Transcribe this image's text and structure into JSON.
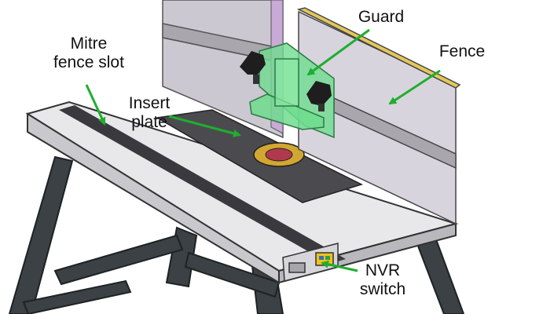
{
  "labels": {
    "mitre_line1": "Mitre",
    "mitre_line2": "fence slot",
    "insert_line1": "Insert",
    "insert_line2": "plate",
    "guard": "Guard",
    "fence": "Fence",
    "nvr_line1": "NVR",
    "nvr_line2": "switch"
  },
  "colors": {
    "arrow": "#1fae2e",
    "guard": "#6fdc8e",
    "fence": "#d8d4de",
    "fence_edge": "#e3c85a",
    "table_top": "#e8e8ea",
    "table_edge": "#b9b9bd",
    "insert_plate": "#4b4b4f",
    "bit_ring": "#d2a632",
    "bit_center": "#b1394d",
    "stand": "#3b4144",
    "switch": "#f0c21c"
  }
}
